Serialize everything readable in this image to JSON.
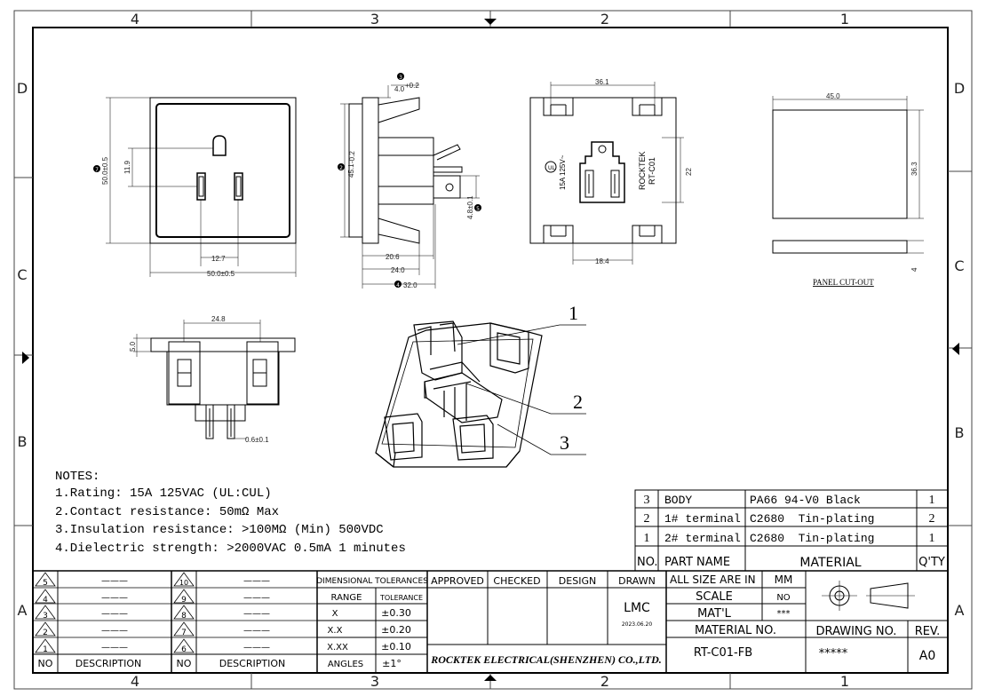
{
  "border": {
    "top_zones": [
      "4",
      "3",
      "2",
      "1"
    ],
    "bottom_zones": [
      "4",
      "3",
      "2",
      "1"
    ],
    "left_zones": [
      "D",
      "C",
      "B",
      "A"
    ],
    "right_zones": [
      "D",
      "C",
      "B",
      "A"
    ]
  },
  "views": {
    "front": {
      "dim_height": "50.0±0.5",
      "dim_slot": "11.9",
      "dim_pitch": "12.7",
      "dim_width": "50.0±0.5",
      "balloon": "7"
    },
    "side": {
      "dim_top": "4.0",
      "dim_top_tol": "+0.2",
      "dim_height": "45.1",
      "dim_height_tol": "-0.2",
      "dim_terminal": "4.8±0.1",
      "dim_a": "20.6",
      "dim_b": "24.0",
      "dim_c": "32.0",
      "balloon_top": "3",
      "balloon_side": "2",
      "balloon_term": "5",
      "balloon_bottom": "4"
    },
    "rear": {
      "dim_top": "36.1",
      "dim_side": "22",
      "dim_bottom": "18.4",
      "brand": "ROCKTEK",
      "model": "RT-C01",
      "rating": "15A 125V~"
    },
    "cutout": {
      "dim_width": "45.0",
      "dim_height": "36.3",
      "dim_thickness": "4",
      "label": "PANEL CUT-OUT"
    },
    "bottom": {
      "dim_width": "24.8",
      "dim_height": "5.0",
      "dim_pin": "0.6±0.1"
    },
    "iso_labels": [
      "1",
      "2",
      "3"
    ]
  },
  "notes": {
    "heading": "NOTES:",
    "items": [
      "1.Rating: 15A 125VAC (UL:CUL)",
      "2.Contact resistance: 50mΩ Max",
      "3.Insulation resistance: >100MΩ (Min) 500VDC",
      "4.Dielectric strength: >2000VAC 0.5mA 1 minutes"
    ]
  },
  "bom": {
    "rows": [
      {
        "no": "3",
        "part": "BODY",
        "material": "PA66 94-V0 Black",
        "qty": "1"
      },
      {
        "no": "2",
        "part": "1# terminal",
        "material": "C2680  Tin-plating",
        "qty": "2"
      },
      {
        "no": "1",
        "part": "2# terminal",
        "material": "C2680  Tin-plating",
        "qty": "1"
      }
    ],
    "header": {
      "no": "NO.",
      "part": "PART NAME",
      "material": "MATERIAL",
      "qty": "Q'TY"
    }
  },
  "revisions": {
    "arrow": "———",
    "left": [
      "5",
      "4",
      "3",
      "2",
      "1"
    ],
    "right": [
      "10",
      "9",
      "8",
      "7",
      "6"
    ],
    "col_no": "NO",
    "col_desc": "DESCRIPTION"
  },
  "tolerances": {
    "title": "DIMENSIONAL TOLERANCES",
    "range_label": "RANGE",
    "tol_label": "TOLERANCE",
    "rows": [
      {
        "range": "X",
        "tol": "±0.30"
      },
      {
        "range": "X.X",
        "tol": "±0.20"
      },
      {
        "range": "X.XX",
        "tol": "±0.10"
      },
      {
        "range": "ANGLES",
        "tol": "±1°"
      }
    ]
  },
  "approval": {
    "approved": "APPROVED",
    "checked": "CHECKED",
    "design": "DESIGN",
    "drawn": "DRAWN",
    "drawn_by": "LMC",
    "date": "2023.06.20",
    "company": "ROCKTEK ELECTRICAL(SHENZHEN) CO.,LTD."
  },
  "info": {
    "size_label": "ALL SIZE ARE IN",
    "size_unit": "MM",
    "scale_label": "SCALE",
    "scale_value": "NO",
    "mat_label": "MAT'L",
    "mat_value": "***",
    "material_no_label": "MATERIAL NO.",
    "material_no": "RT-C01-FB",
    "drawing_no_label": "DRAWING NO.",
    "drawing_no": "*****",
    "rev_label": "REV.",
    "rev": "A0"
  }
}
